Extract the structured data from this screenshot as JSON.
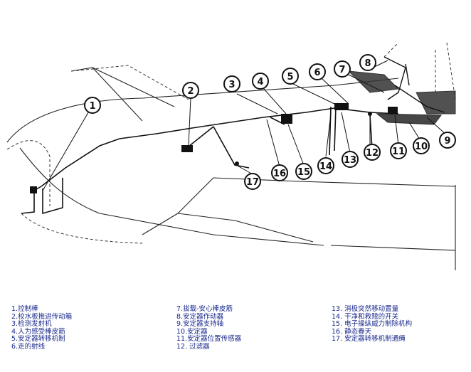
{
  "callouts": [
    "1",
    "2",
    "3",
    "4",
    "5",
    "6",
    "7",
    "8",
    "9",
    "10",
    "11",
    "12",
    "13",
    "14",
    "15",
    "16",
    "17"
  ],
  "legend": {
    "col1": [
      "1.控制棒",
      "2.校水板推进传动箱",
      "3.检测发射机",
      "4.人为感受棒皮筋",
      "5.安定器转移机制",
      "6.走的射线"
    ],
    "col2": [
      "7.拔载-安心棒皮筋",
      "8.安定器作动器",
      "9.安定器支持轴",
      "10.安定器",
      "11.安定器位置传感器",
      "12. 过滤器"
    ],
    "col3": [
      "13. 消极突然移动置量",
      "14. 干净和救赎的开关",
      "15. 电子操纵威力制除机构",
      "16. 静态春天",
      "17. 安定器转移机制通绳"
    ]
  }
}
